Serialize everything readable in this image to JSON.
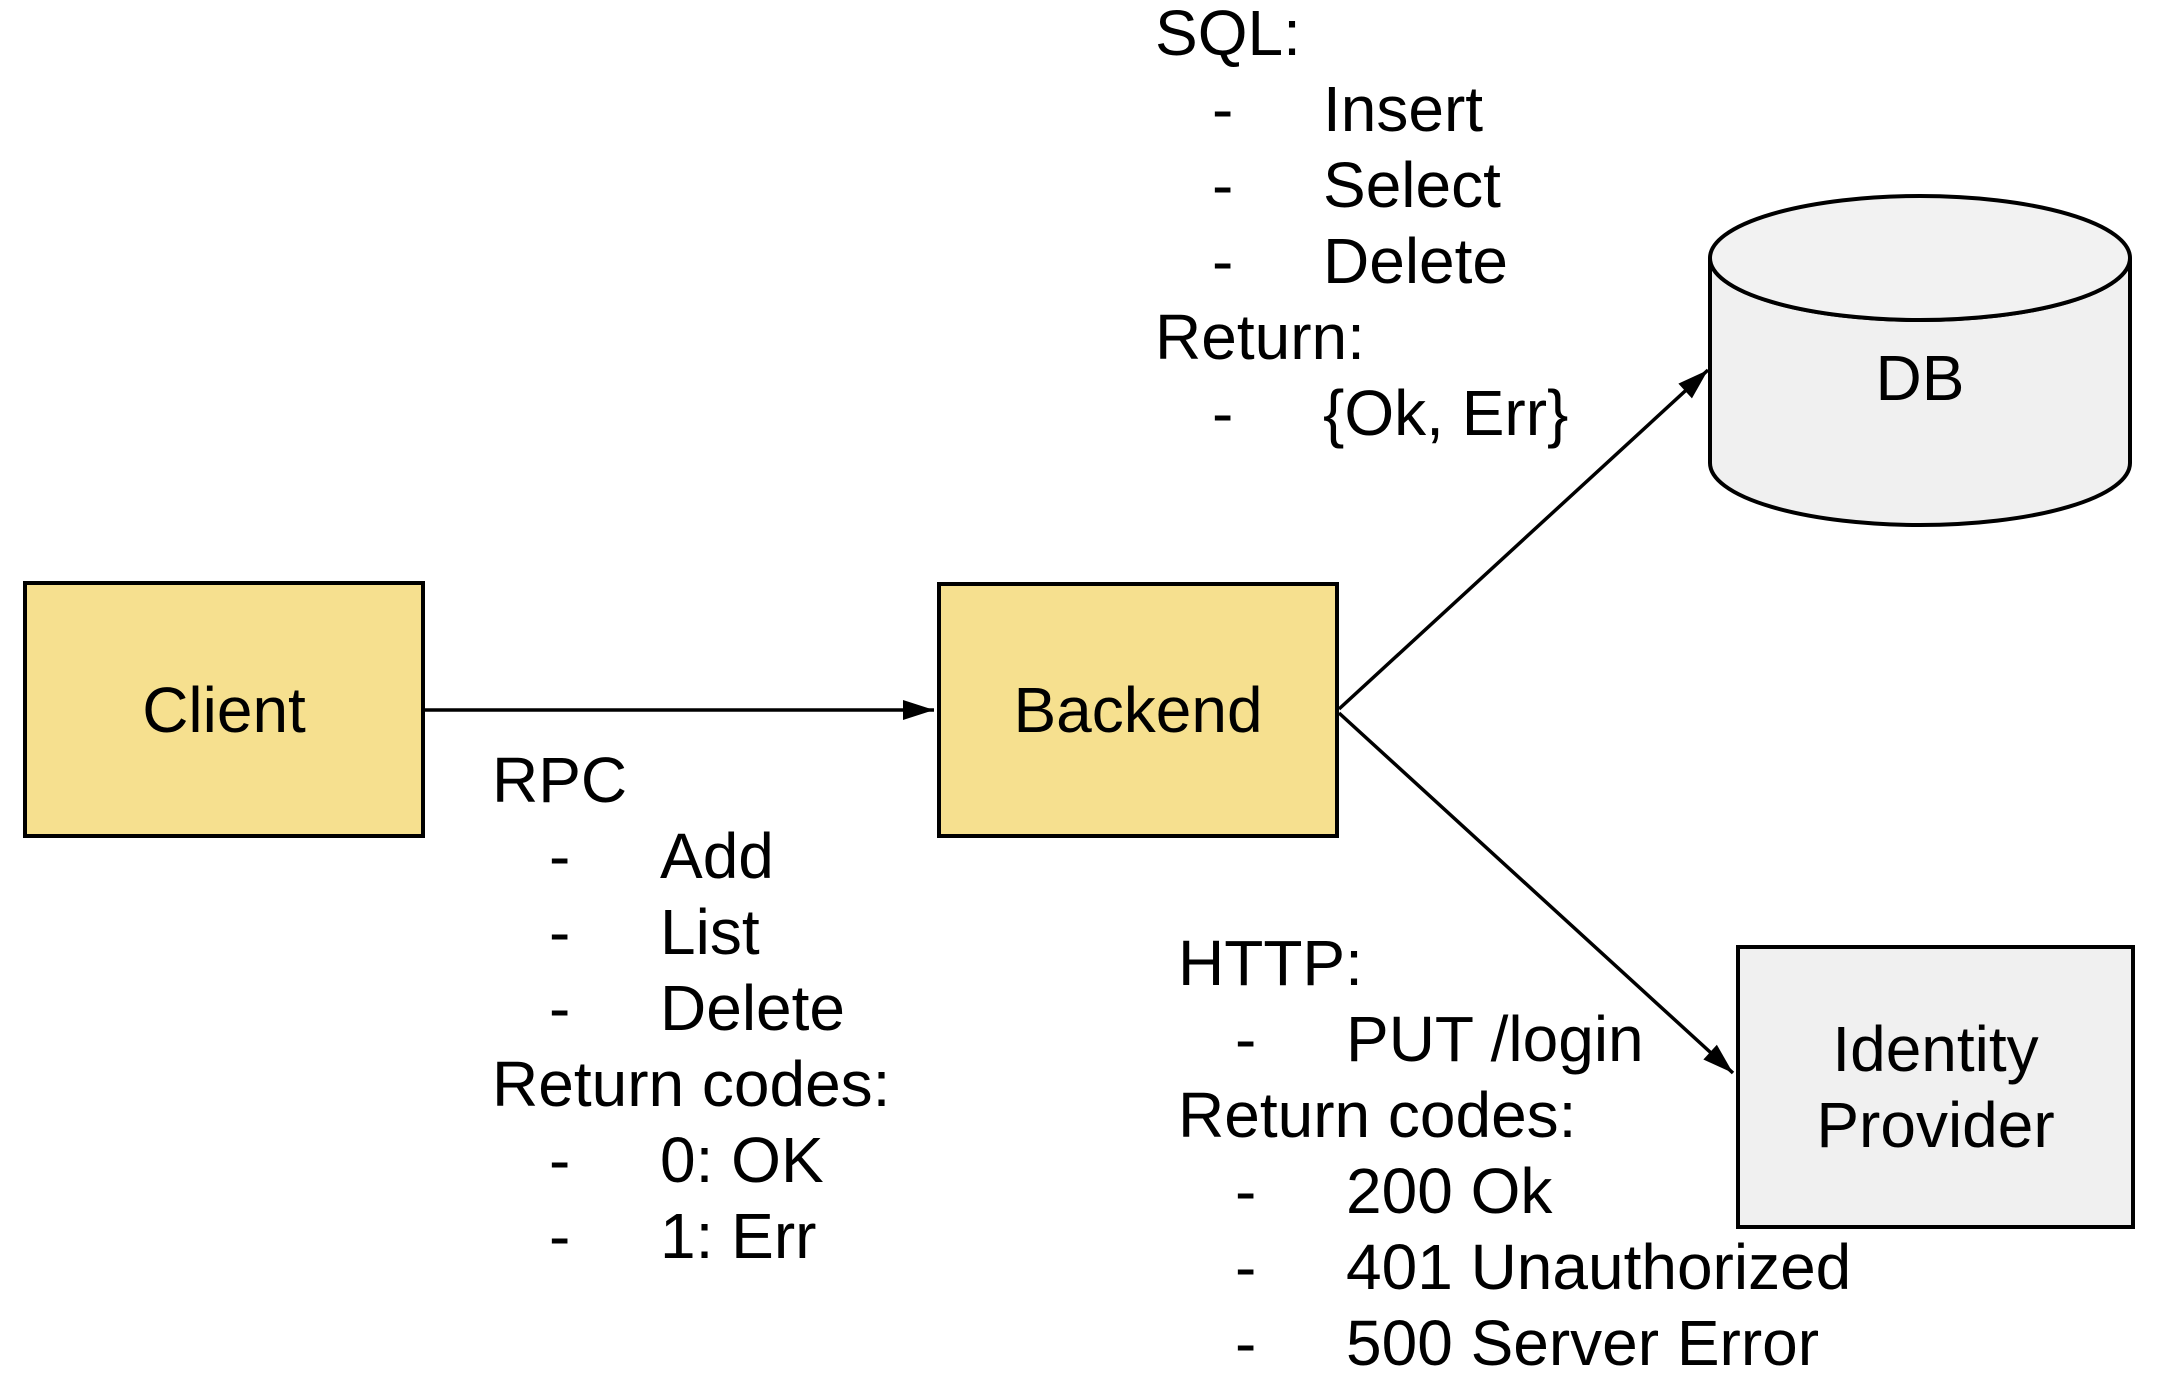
{
  "nodes": {
    "client": {
      "label": "Client"
    },
    "backend": {
      "label": "Backend"
    },
    "db": {
      "label": "DB"
    },
    "identity_provider": {
      "line1": "Identity",
      "line2": "Provider"
    }
  },
  "annotations": {
    "bullet": "-",
    "sql": {
      "lines": [
        "SQL:",
        "Insert",
        "Select",
        "Delete",
        "Return:",
        "{Ok, Err}"
      ]
    },
    "rpc": {
      "lines": [
        "RPC",
        "Add",
        "List",
        "Delete",
        "Return codes:",
        "0: OK",
        "1: Err"
      ]
    },
    "http": {
      "lines": [
        "HTTP:",
        "PUT /login",
        "Return codes:",
        "200 Ok",
        "401 Unauthorized",
        "500 Server Error"
      ]
    }
  },
  "colors": {
    "node_fill_yellow": "#F6E08F",
    "node_fill_gray": "#F0F0F0",
    "stroke": "#000000",
    "background": "#FFFFFF"
  }
}
